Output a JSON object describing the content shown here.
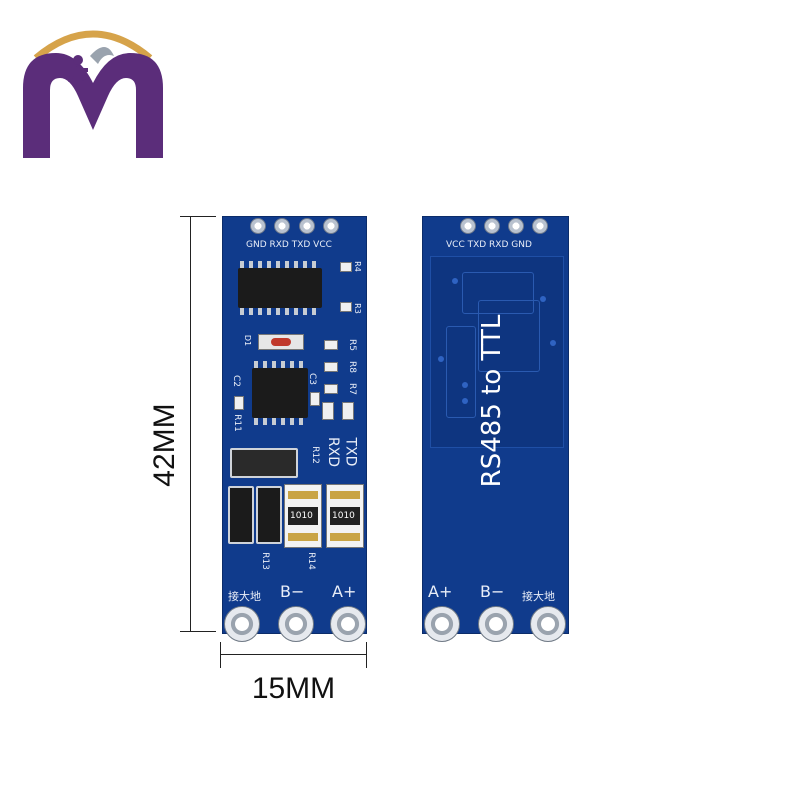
{
  "logo": {
    "letter": "M"
  },
  "dimensions": {
    "height_label": "42MM",
    "width_label": "15MM"
  },
  "front_board": {
    "header_labels": "GND RXD TXD VCC",
    "chip_text": "",
    "component_labels": [
      "R4",
      "R3",
      "D1",
      "R5",
      "R8",
      "R7",
      "C2",
      "C3",
      "R11",
      "R12",
      "TXD",
      "RXD",
      "R13",
      "R14"
    ],
    "fuse_labels": [
      "1010",
      "1010"
    ],
    "terminal_labels": [
      "接大地",
      "B−",
      "A+"
    ]
  },
  "back_board": {
    "header_labels": "VCC TXD RXD GND",
    "title": "RS485 to TTL",
    "terminal_labels": [
      "A+",
      "B−",
      "接大地"
    ]
  },
  "colors": {
    "pcb": "#103b8c",
    "logo_purple": "#5b2d7a",
    "logo_gold": "#d6a34a"
  }
}
